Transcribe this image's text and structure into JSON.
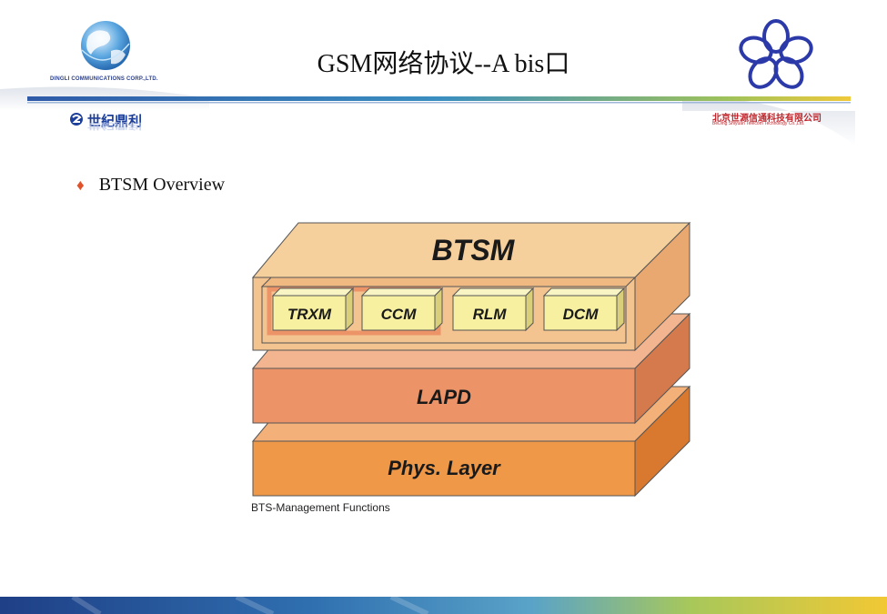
{
  "header": {
    "title": "GSM网络协议--A bis口",
    "left_logo": {
      "icon": "globe-icon",
      "company_en": "DINGLI COMMUNICATIONS CORP.,LTD.",
      "brand_cn": "世紀鼎利",
      "brand_cn_reflection": "世紀鼎利"
    },
    "right_logo": {
      "icon": "flower-ring-icon",
      "company_cn": "北京世源信通科技有限公司",
      "company_en": "BeiJing Shiyuan Telecom Technology Co.,Ltd."
    }
  },
  "content": {
    "bullet_icon": "diamond-bullet-icon",
    "bullet_text": "BTSM Overview",
    "caption": "BTS-Management Functions"
  },
  "diagram": {
    "layers": [
      {
        "name": "BTSM",
        "color": "#f3c48f"
      },
      {
        "name": "LAPD",
        "color": "#ec9468"
      },
      {
        "name": "Phys. Layer",
        "color": "#ee9848"
      }
    ],
    "modules": [
      "TRXM",
      "CCM",
      "RLM",
      "DCM"
    ],
    "colors": {
      "module_face": "#f6f0a0",
      "highlight": "#ec9468",
      "outline": "#555555"
    }
  }
}
